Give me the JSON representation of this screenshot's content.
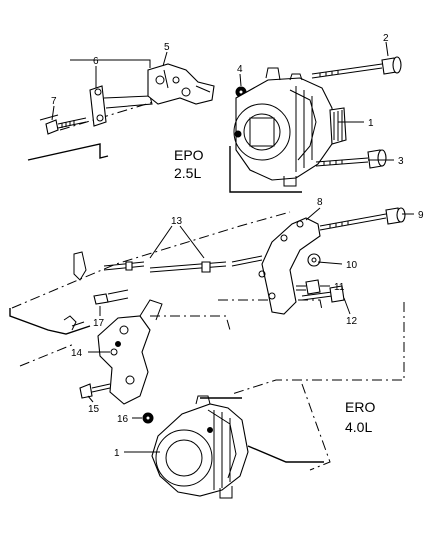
{
  "engines": {
    "epo": {
      "code": "EPO",
      "displacement": "2.5L"
    },
    "ero": {
      "code": "ERO",
      "displacement": "4.0L"
    }
  },
  "callouts": {
    "c1_top": "1",
    "c2": "2",
    "c3": "3",
    "c4": "4",
    "c5": "5",
    "c6": "6",
    "c7": "7",
    "c8": "8",
    "c9": "9",
    "c10": "10",
    "c11": "11",
    "c12": "12",
    "c13": "13",
    "c14": "14",
    "c15": "15",
    "c16": "16",
    "c17": "17",
    "c1_bottom": "1"
  }
}
